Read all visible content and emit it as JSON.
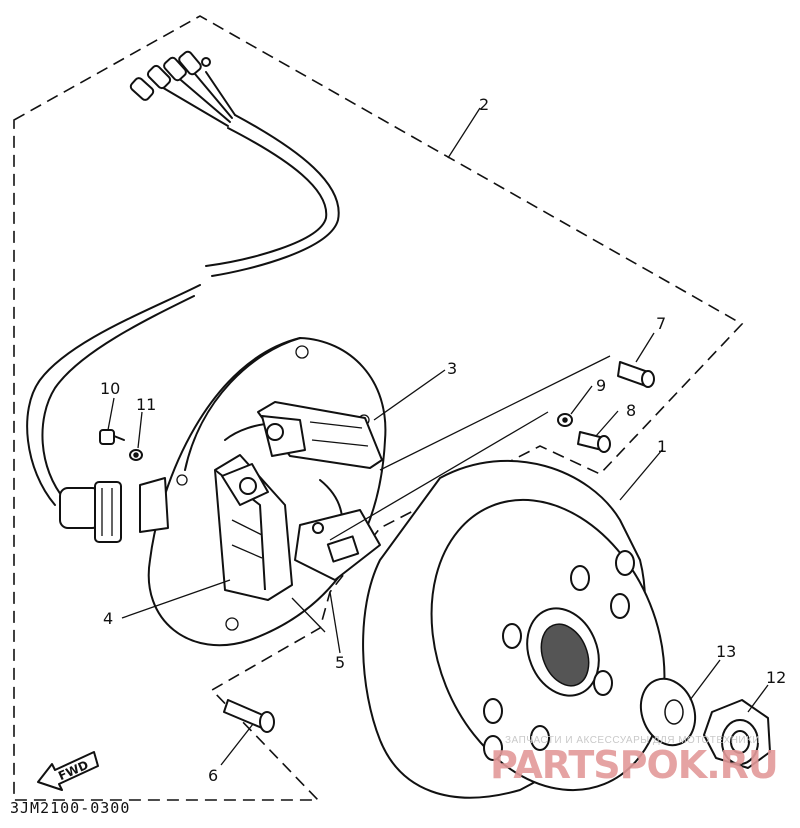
{
  "diagram_code": "3JM2100-0300",
  "direction_label": "FWD",
  "watermark": {
    "caption": "ЗАПЧАСТИ И АКСЕССУАРЫ ДЛЯ МОТОТЕХНИКИ",
    "brand": "PARTSPOK.RU"
  },
  "part_numbers": [
    "1",
    "2",
    "3",
    "4",
    "5",
    "6",
    "7",
    "8",
    "9",
    "10",
    "11",
    "12",
    "13"
  ],
  "colors": {
    "line": "#111111",
    "watermark": "#e39a9a"
  }
}
